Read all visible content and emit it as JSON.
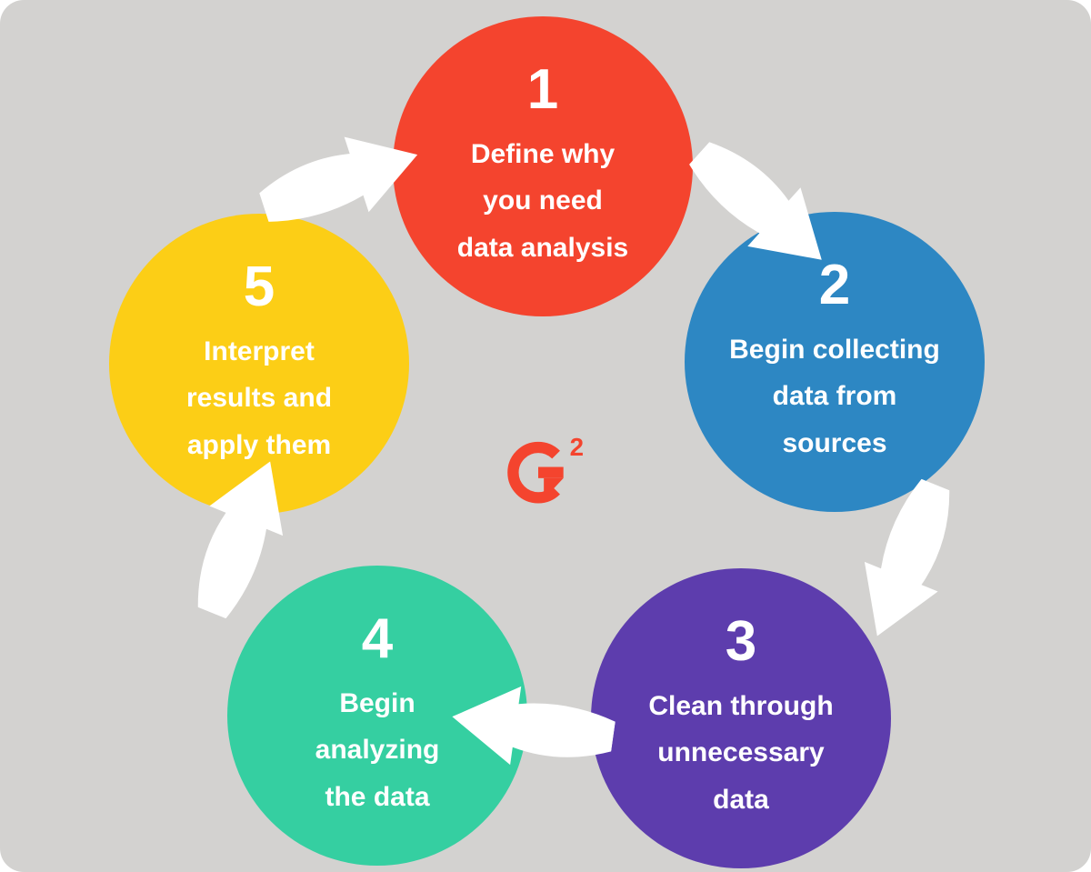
{
  "page": {
    "background": "#ffffff",
    "canvas_background": "#d3d2d0"
  },
  "logo": {
    "name": "G2",
    "superscript": "2",
    "color": "#f4442e"
  },
  "arrow_color": "#ffffff",
  "steps": [
    {
      "number": "1",
      "color": "#f4442e",
      "label": "Define why you need data analysis",
      "lines": [
        "Define why",
        "you need",
        "data analysis"
      ]
    },
    {
      "number": "2",
      "color": "#2d87c3",
      "label": "Begin collecting data from sources",
      "lines": [
        "Begin collecting",
        "data from",
        "sources"
      ]
    },
    {
      "number": "3",
      "color": "#5d3dad",
      "label": "Clean through unnecessary data",
      "lines": [
        "Clean through",
        "unnecessary",
        "data"
      ]
    },
    {
      "number": "4",
      "color": "#35cfa1",
      "label": "Begin analyzing the data",
      "lines": [
        "Begin",
        "analyzing",
        "the data"
      ]
    },
    {
      "number": "5",
      "color": "#fcce16",
      "label": "Interpret results and apply them",
      "lines": [
        "Interpret",
        "results and",
        "apply them"
      ]
    }
  ],
  "arrows": [
    {
      "from": "5",
      "to": "1"
    },
    {
      "from": "1",
      "to": "2"
    },
    {
      "from": "2",
      "to": "3"
    },
    {
      "from": "3",
      "to": "4"
    },
    {
      "from": "4",
      "to": "5"
    }
  ]
}
